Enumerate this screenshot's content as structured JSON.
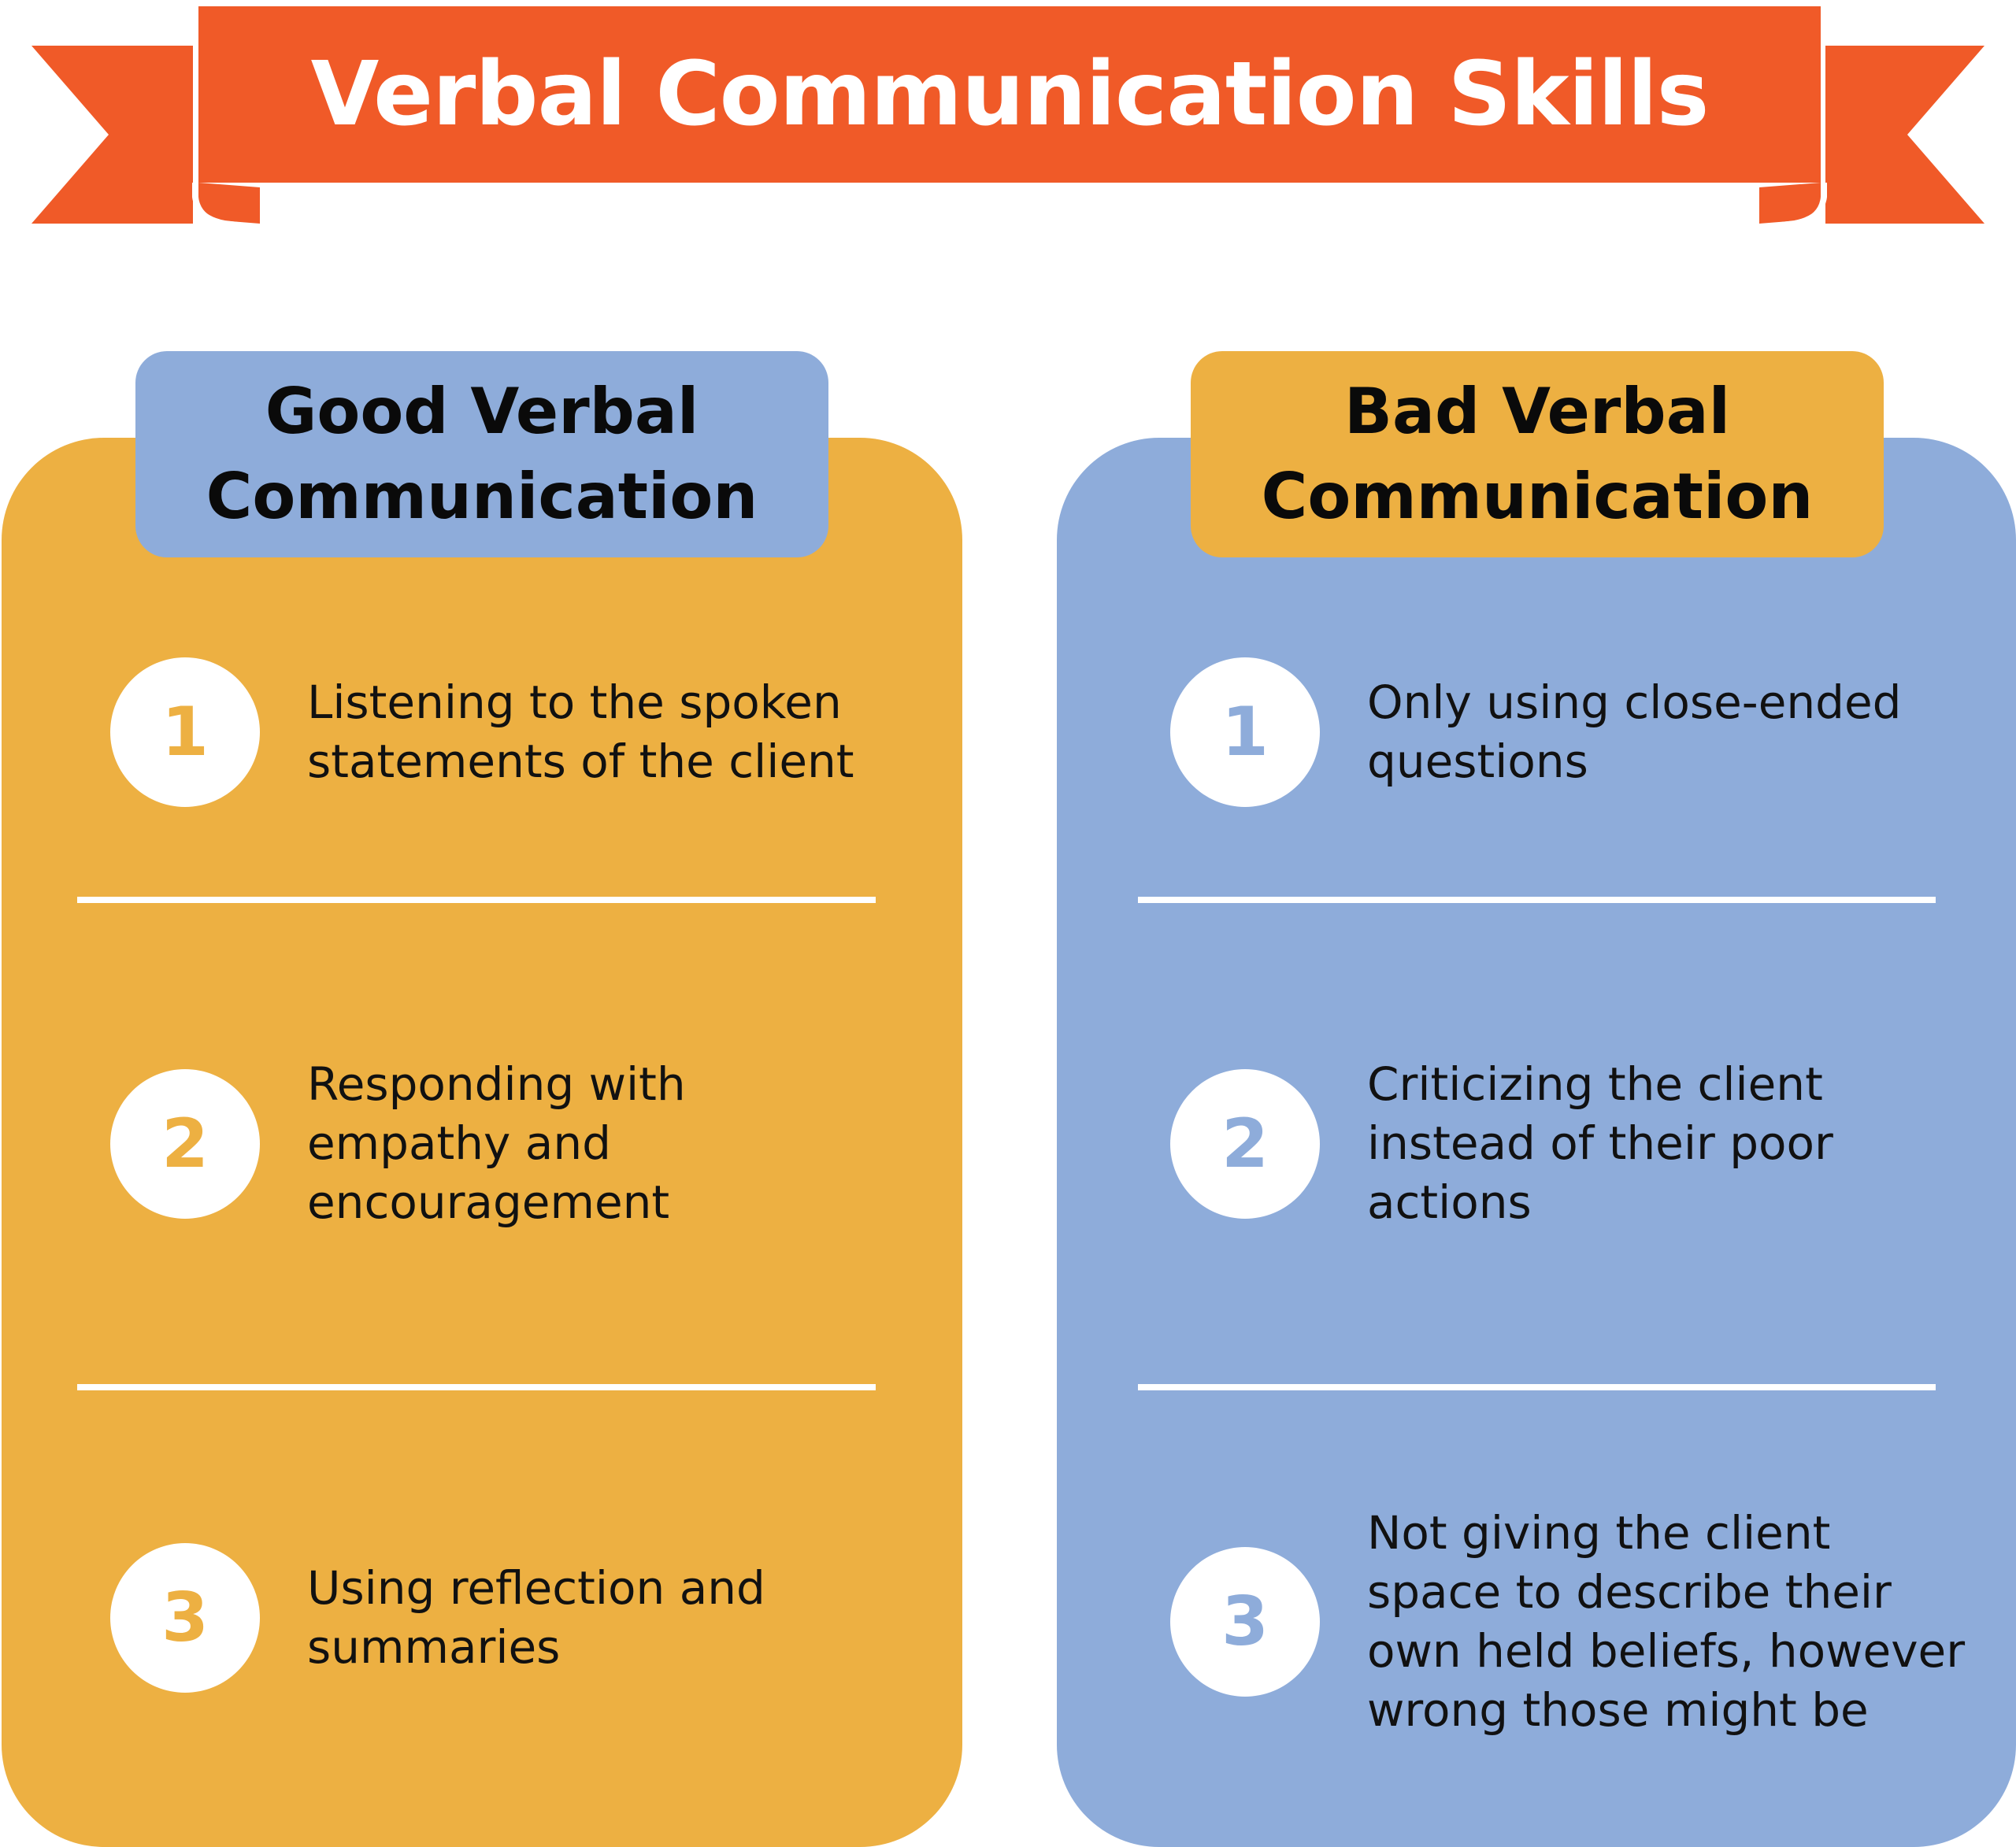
{
  "banner": {
    "title": "Verbal Communication Skills",
    "color": "#F05A28"
  },
  "columns": [
    {
      "heading_line1": "Good Verbal",
      "heading_line2": "Communication",
      "panel_color": "#EDB042",
      "heading_color": "#8EACDA",
      "items": [
        {
          "number": "1",
          "text": "Listening to the spoken\nstatements of the client"
        },
        {
          "number": "2",
          "text": "Responding with\nempathy and\nencouragement"
        },
        {
          "number": "3",
          "text": "Using reflection and\nsummaries"
        }
      ]
    },
    {
      "heading_line1": "Bad Verbal",
      "heading_line2": "Communication",
      "panel_color": "#8EACDA",
      "heading_color": "#EDB042",
      "items": [
        {
          "number": "1",
          "text": "Only using close-ended\nquestions"
        },
        {
          "number": "2",
          "text": "Criticizing the client\ninstead of their poor\nactions"
        },
        {
          "number": "3",
          "text": "Not giving the client\nspace to describe their\nown held beliefs, however\nwrong those might be"
        }
      ]
    }
  ]
}
